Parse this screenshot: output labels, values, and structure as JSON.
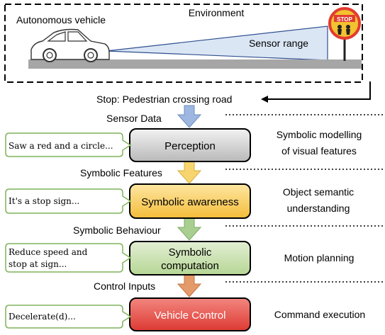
{
  "environment": {
    "title": "Environment",
    "vehicle_label": "Autonomous vehicle",
    "sensor_label": "Sensor range",
    "stop_sign_text": "STOP"
  },
  "feedback_label": "Stop: Pedestrian crossing road",
  "pipeline": {
    "inputs": [
      "Sensor Data",
      "Symbolic Features",
      "Symbolic Behaviour",
      "Control Inputs"
    ],
    "stages": [
      {
        "label_lines": [
          "Perception"
        ],
        "callout": [
          "Saw a red and a circle..."
        ],
        "description": [
          "Symbolic modelling",
          "of visual features"
        ]
      },
      {
        "label_lines": [
          "Symbolic awareness"
        ],
        "callout": [
          "It's a stop sign..."
        ],
        "description": [
          "Object semantic",
          "understanding"
        ]
      },
      {
        "label_lines": [
          "Symbolic",
          "computation"
        ],
        "callout": [
          "Reduce speed and",
          "stop at sign..."
        ],
        "description": [
          "Motion planning"
        ]
      },
      {
        "label_lines": [
          "Vehicle Control"
        ],
        "callout": [
          "Decelerate(d)..."
        ],
        "description": [
          "Command execution"
        ]
      }
    ]
  },
  "colors": {
    "perception_fill": "#d2d2d2",
    "awareness_fill": "#f7c84a",
    "computation_fill": "#c4dda5",
    "control_fill": "#e8514a",
    "control_text": "#ffffff",
    "callout_border": "#7fb35c",
    "sensor_fill": "#dbe6f5",
    "road_fill": "#a6a6a6",
    "arrow_blue": "#9db7e0",
    "arrow_yellow": "#f7d56e",
    "arrow_green": "#a8cf8f",
    "arrow_orange": "#e59a6a",
    "stop_red": "#e23b30",
    "stop_ring": "#f2c230"
  }
}
